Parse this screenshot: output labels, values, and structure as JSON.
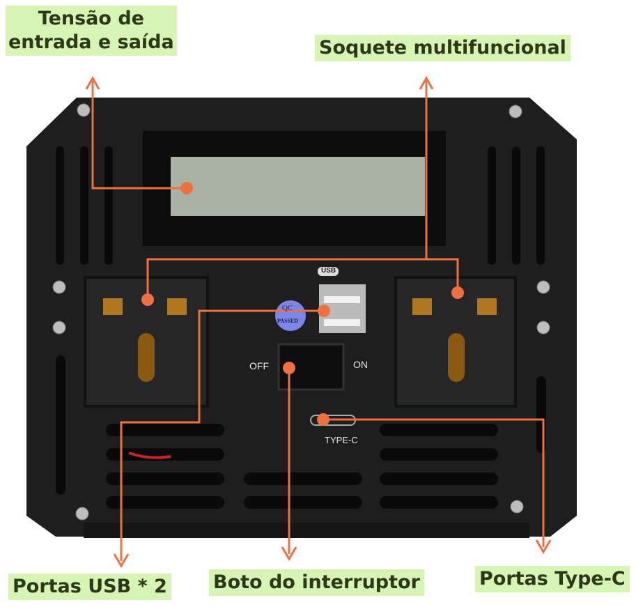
{
  "labels": {
    "input_output_voltage": [
      "Tensão de",
      "entrada e saída"
    ],
    "multifunction_socket": "Soquete multifuncional",
    "usb_ports": "Portas USB * 2",
    "switch_button": "Boto do interruptor",
    "typec_ports": "Portas Type-C"
  },
  "device": {
    "usb_badge": "USB",
    "qc_top": "QC",
    "qc_bottom": "PASSED",
    "off": "OFF",
    "on": "ON",
    "typec": "TYPE-C"
  },
  "colors": {
    "accent": "#f07040",
    "label_bg": "#d6f4b4",
    "label_text": "#2c3818",
    "body": "#1c1c1c"
  }
}
